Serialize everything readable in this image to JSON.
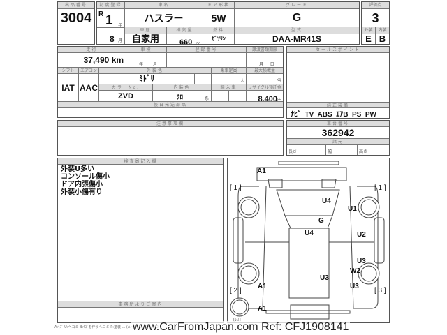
{
  "header": {
    "lot_label": "出品番号",
    "lot_no": "3004",
    "first_reg_label": "初度登録",
    "era": "R",
    "year": "1",
    "year_unit": "年",
    "month": "8",
    "month_unit": "月",
    "car_name_label": "車名",
    "car_name": "ハスラー",
    "door_label": "ドア形状",
    "door": "5W",
    "grade_label": "グレード",
    "grade": "G",
    "score_label": "評価点",
    "score": "3",
    "history_label": "車歴",
    "history": "自家用",
    "displacement_label": "排気量",
    "displacement": "660",
    "displacement_unit": "cc",
    "fuel_label": "燃料",
    "fuel": "ｶﾞｿﾘﾝ",
    "model_label": "型式",
    "model": "DAA-MR41S",
    "exterior_label": "外装",
    "exterior": "E",
    "interior_label": "内装",
    "interior": "B"
  },
  "details": {
    "mileage_label": "走行",
    "mileage": "37,490 km",
    "inspection_label": "車検",
    "inspection_year": "年",
    "inspection_month": "月",
    "reg_no_label": "登録番号",
    "docs_label": "譲渡書類期限",
    "docs_month": "月",
    "docs_day": "日",
    "shift_label": "シフト",
    "shift": "IAT",
    "ac_label": "エアコン",
    "ac": "AAC",
    "color_label": "外装色",
    "color": "ﾐﾄﾞﾘ",
    "capacity_label": "乗車定員",
    "capacity_unit": "人",
    "load_label": "最大積載量",
    "load_unit": "kg",
    "color_no_label": "カラーNo.",
    "color_no": "ZVD",
    "int_color_label": "内装色",
    "int_color": "ｸﾛ",
    "int_color_unit": "系",
    "import_label": "輸入車",
    "recycle_label": "リサイクル預託金",
    "recycle": "8,400",
    "recycle_unit": "円",
    "later_parts_label": "後日発送部品"
  },
  "sales": {
    "sales_point_label": "セールスポイント",
    "equipment_label": "純正装備",
    "equipment": "ﾅﾋﾞ  TV  ABS  ｴｱB  PS  PW"
  },
  "notes_label": "注意事項欄",
  "chassis": {
    "label": "車台番号",
    "number": "362942",
    "spec_label": "諸元",
    "length": "長さ",
    "width": "幅",
    "height": "高さ"
  },
  "inspector": {
    "label": "検査員記入欄",
    "lines": [
      "外装U多い",
      "コンソール傷小",
      "ドア内張傷小",
      "外装小傷有り"
    ]
  },
  "office_label": "事務所よりご案内",
  "diagram": {
    "marks": [
      "A1",
      "U4",
      "U1",
      "G",
      "U4",
      "U2",
      "U3",
      "W2",
      "U3",
      "U3",
      "A1",
      "A1"
    ],
    "tires": [
      "[ 1 ]",
      "[ 1 ]",
      "[ 2 ]",
      "[ 3 ]",
      "[ﾚｽ]"
    ]
  },
  "footer_legend": "A:ｷｽﾞ  U:ヘコミ  B:ｷｽﾞを伴うヘコミ  P:塗装 ... (A・B・C・D・E) 2",
  "watermark": "www.CarFromJapan.com Ref: CFJ1908141"
}
